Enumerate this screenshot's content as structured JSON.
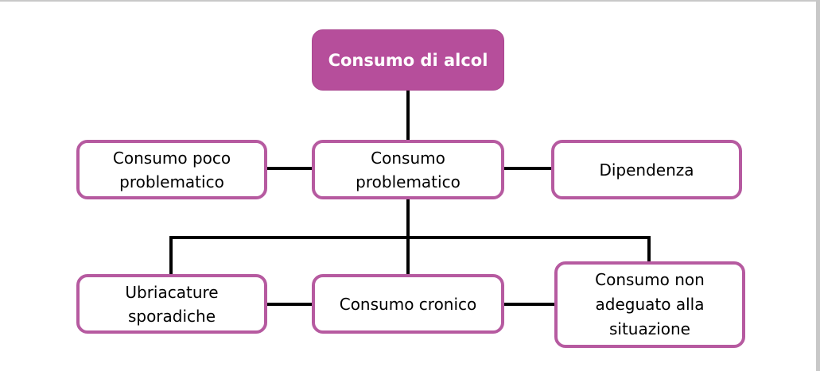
{
  "colors": {
    "root_fill": "#b64e9b",
    "box_border": "#b65aa0",
    "connector": "#000000"
  },
  "diagram": {
    "root": "Consumo di alcol",
    "middle": {
      "left": "Consumo poco\nproblematico",
      "center": "Consumo\nproblematico",
      "right": "Dipendenza"
    },
    "bottom": {
      "left": "Ubriacature\nsporadiche",
      "center": "Consumo cronico",
      "right": "Consumo non\nadeguato alla\nsituazione"
    }
  }
}
